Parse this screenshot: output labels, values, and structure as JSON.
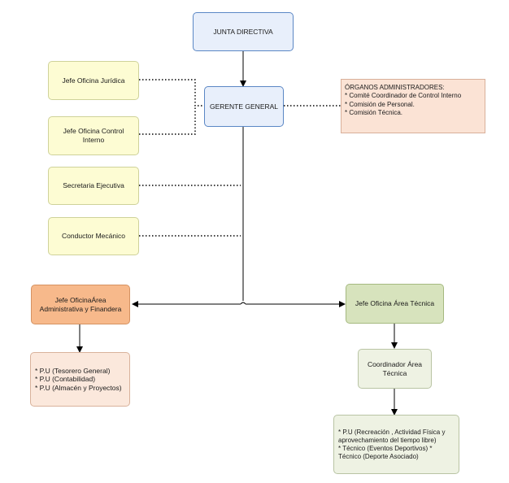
{
  "nodes": {
    "junta": "JUNTA DIRECTIVA",
    "gerente": "GERENTE GENERAL",
    "juridica": "Jefe Oficina Jurídica",
    "control_interno": [
      "Jefe Oficina Control",
      "Interno"
    ],
    "secretaria": "Secretaria Ejecutiva",
    "conductor": "Conductor Mecánico",
    "administrativa": [
      "Jefe OficinaÁrea",
      "Administrativa y Finandera"
    ],
    "tecnica": "Jefe Oficina Área Técnica",
    "coordinador": [
      "Coordinador Área",
      "Técnica"
    ]
  },
  "organos": {
    "title": "ÓRGANOS ADMINISTRADORES:",
    "items": [
      "* Comité Coordinador de Control Interno",
      "* Comisión de Personal.",
      "* Comisión Técnica."
    ]
  },
  "admin_units": [
    "* P.U (Tesorero General)",
    "* P.U (Contabilidad)",
    "* P.U (Almacén y Proyectos)"
  ],
  "tecnica_units": [
    "* P.U (Recreación , Actividad Física y",
    "aprovechamiento del tiempo libre)",
    "* Técnico (Eventos Deportivos)     *",
    "Técnico (Deporte Asociado)"
  ],
  "colors": {
    "blue_fill": "#e8effb",
    "blue_border": "#5b87c5",
    "yellow_fill": "#fdfcd3",
    "orange_fill": "#f7b98b",
    "peach_fill": "#fbe8dc",
    "green_fill": "#d7e3bd",
    "green_light_fill": "#eef2e3",
    "organos_fill": "#fbe3d5"
  }
}
